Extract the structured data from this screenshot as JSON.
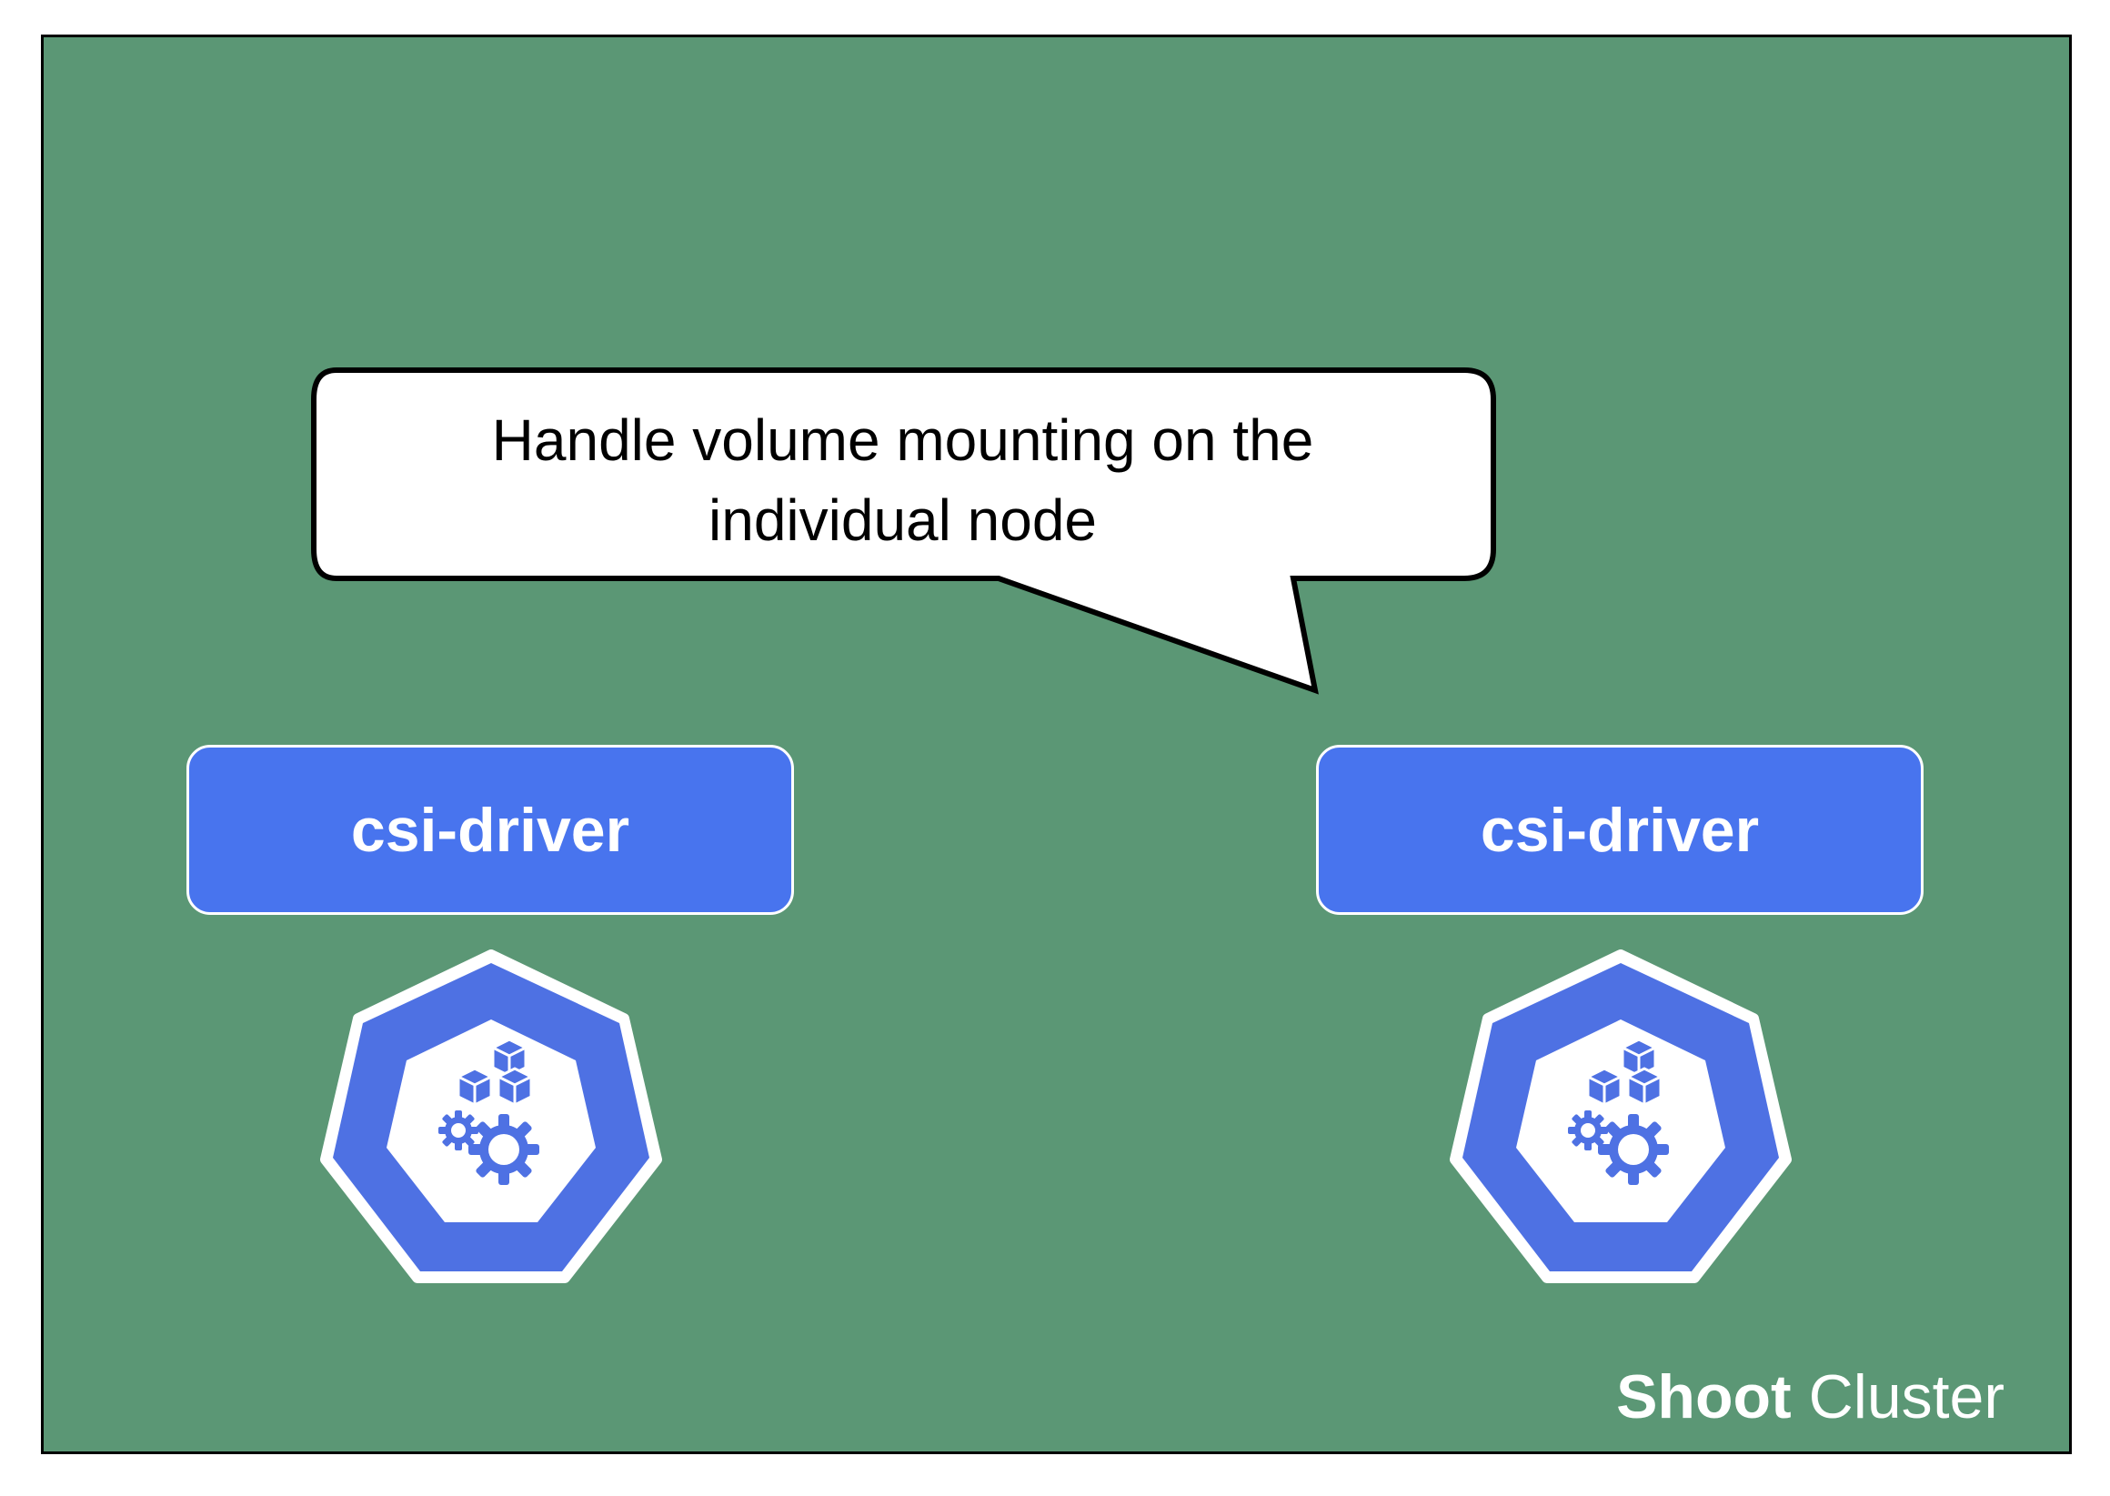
{
  "colors": {
    "cluster_background": "#5b9775",
    "driver_box": "#4874ee",
    "pod_icon": "#4e71e3",
    "callout_background": "#ffffff"
  },
  "callout": {
    "line1": "Handle volume mounting on the",
    "line2": "individual node"
  },
  "drivers": [
    {
      "label": "csi-driver",
      "icon": "kubernetes-pod-icon"
    },
    {
      "label": "csi-driver",
      "icon": "kubernetes-pod-icon"
    }
  ],
  "cluster": {
    "label_bold": "Shoot",
    "label_regular": "Cluster"
  }
}
